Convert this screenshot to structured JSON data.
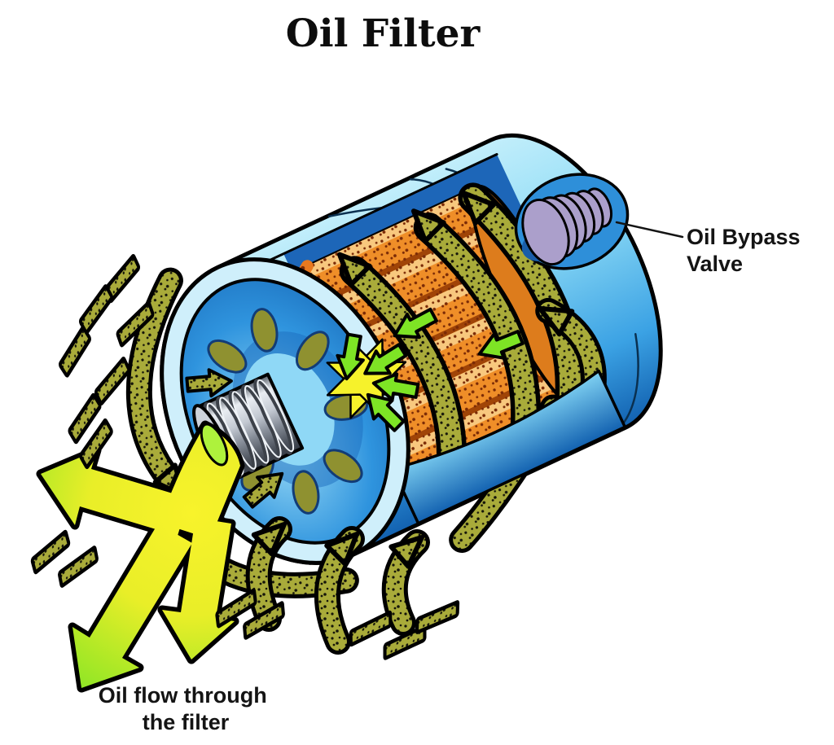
{
  "title": "Oil Filter",
  "labels": {
    "bypass_valve_line1": "Oil Bypass",
    "bypass_valve_line2": "Valve",
    "flow_line1": "Oil flow through",
    "flow_line2": "the filter"
  },
  "colors": {
    "background": "#ffffff",
    "outline": "#000000",
    "canister_light_blue": "#8fdcf6",
    "canister_mid_blue": "#2a96df",
    "canister_dark_blue": "#1261b0",
    "baseplate_rim_cyan": "#cfeffb",
    "filter_media_orange": "#ef8e28",
    "filter_media_highlight": "#f8c87e",
    "filter_media_shadow": "#a04407",
    "dirty_oil_olive": "#a9ab3a",
    "clean_oil_green": "#7ee425",
    "clean_oil_yellow": "#f6f22b",
    "bypass_spring": "#ab9fcb",
    "tube_silver": "#c9cdd5"
  }
}
